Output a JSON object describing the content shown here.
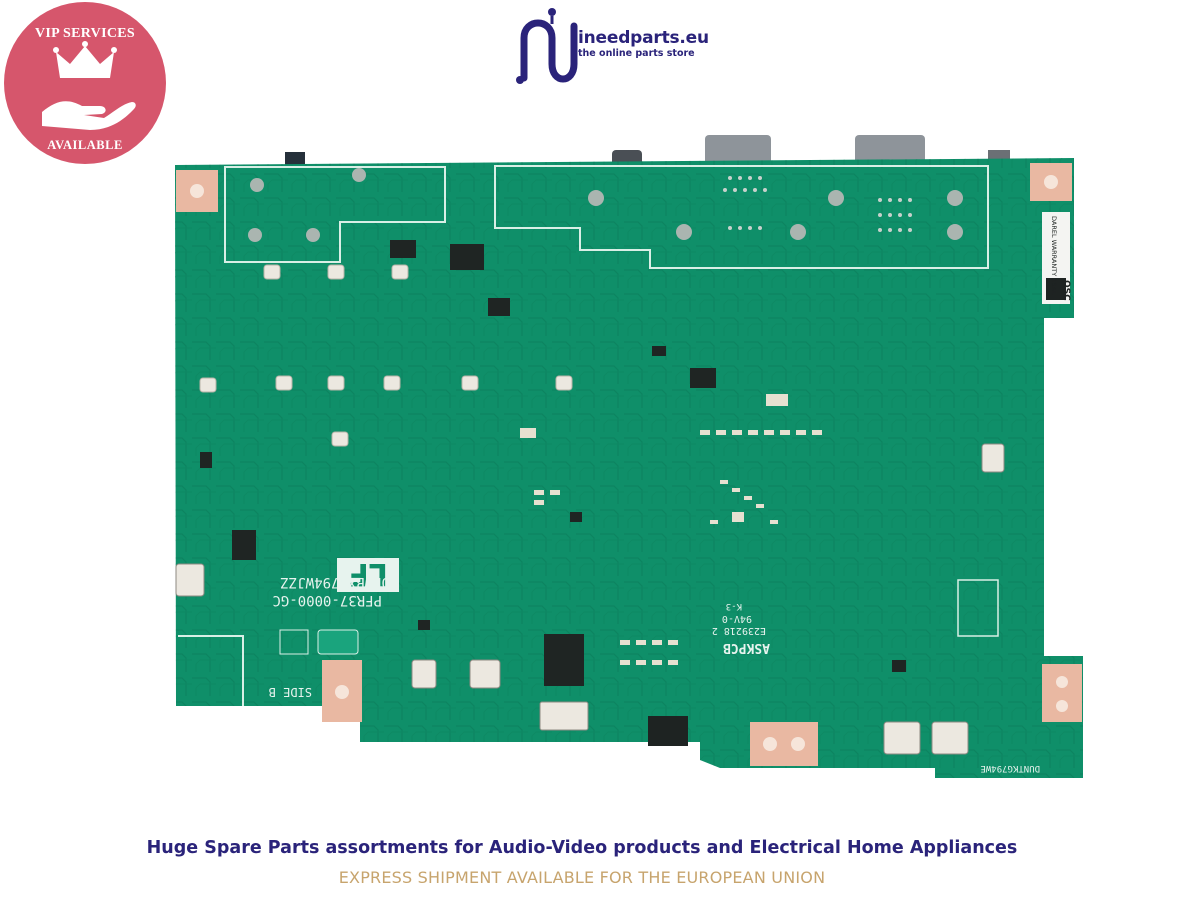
{
  "badge": {
    "top_text": "VIP SERVICES",
    "bottom_text": "AVAILABLE",
    "color": "#d6566c"
  },
  "logo": {
    "name": "ineedparts.eu",
    "tagline": "the online parts store",
    "color": "#2a237a"
  },
  "board": {
    "silkscreen": {
      "lf_mark": "LF",
      "part_code_1": "PFR37-0000-GC",
      "part_code_2": "OPWBXG794WJZZ",
      "side": "SIDE B",
      "maker": "ASKPCB",
      "maker_code": "E239218 2",
      "rating": "94V-0",
      "lot": "K-3",
      "model_tag": "DUNTKG794WE",
      "sticker_1": "OSC",
      "sticker_2": "DAREL WARRANTY 1SAL"
    },
    "colors": {
      "pcb": "#0f8f69",
      "trace": "#0b7a58",
      "pad": "#e9b8a2"
    }
  },
  "footer": {
    "headline": "Huge Spare Parts assortments for Audio-Video products and Electrical Home Appliances",
    "subline": "EXPRESS SHIPMENT AVAILABLE FOR THE EUROPEAN UNION"
  }
}
